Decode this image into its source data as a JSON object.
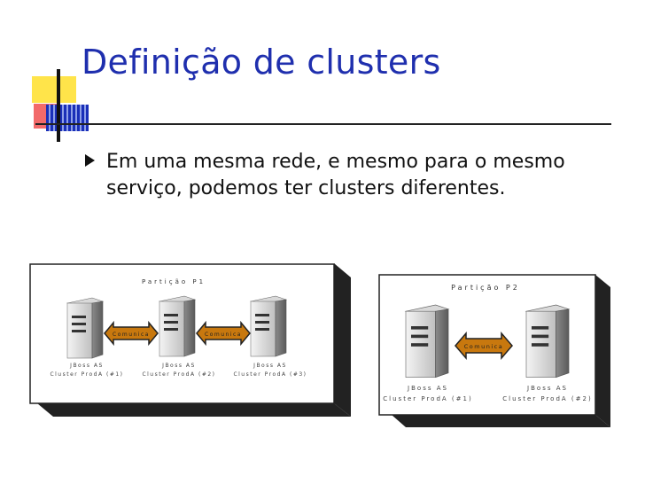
{
  "slide": {
    "title": "Definição de clusters",
    "bullet": "Em uma mesma rede, e mesmo para o mesmo serviço, podemos ter clusters diferentes."
  },
  "diagram1": {
    "partition_label": "Partição P1",
    "servers": [
      {
        "name": "JBoss AS",
        "cluster": "Cluster ProdA (#1)"
      },
      {
        "name": "JBoss AS",
        "cluster": "Cluster ProdA (#2)"
      },
      {
        "name": "JBoss AS",
        "cluster": "Cluster ProdA (#3)"
      }
    ],
    "links": [
      "Comunica",
      "Comunica"
    ]
  },
  "diagram2": {
    "partition_label": "Partição P2",
    "servers": [
      {
        "name": "JBoss AS",
        "cluster": "Cluster ProdA (#1)"
      },
      {
        "name": "JBoss AS",
        "cluster": "Cluster ProdA (#2)"
      }
    ],
    "links": [
      "Comunica"
    ]
  },
  "colors": {
    "title": "#1f2fae",
    "arrow": "#c8780e",
    "decor_yellow": "#ffe44a",
    "decor_red": "#f26a6a",
    "decor_blue": "#1a2fb8"
  }
}
